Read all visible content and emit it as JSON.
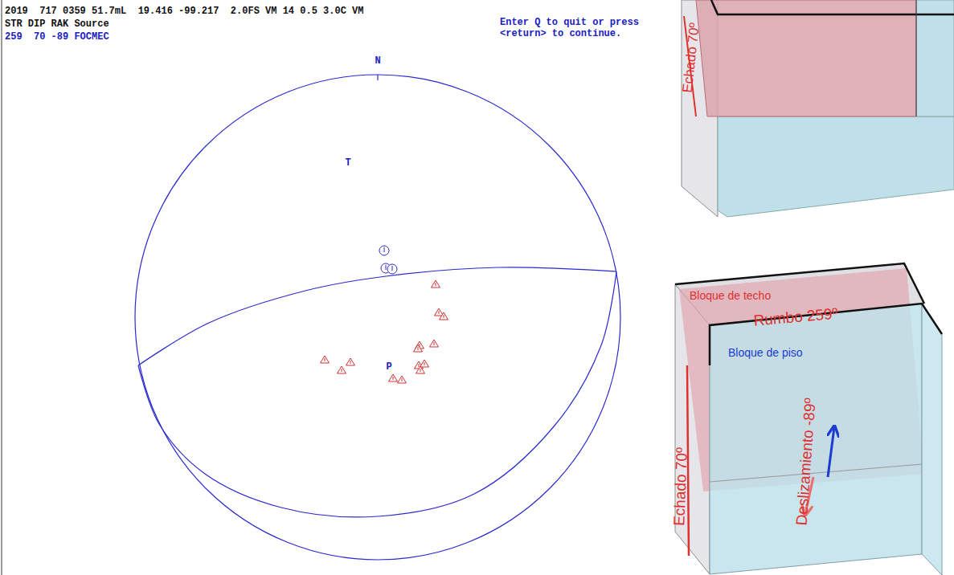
{
  "diagram": {
    "labels": [
      "2019  717 0359 51.7mL  19.416 -99.217  2.0FS VM 14 0.5 3.0C VM",
      "STR DIP RAK Source",
      "259  70 -89 FOCMEC",
      "N",
      "T",
      "P",
      "Enter Q to quit or press <return> to continue.",
      "Echado 70º",
      "Bloque de techo",
      "Rumbo 259º",
      "Bloque de piso",
      "Echado 70º",
      "Deslizamiento -89º"
    ]
  }
}
